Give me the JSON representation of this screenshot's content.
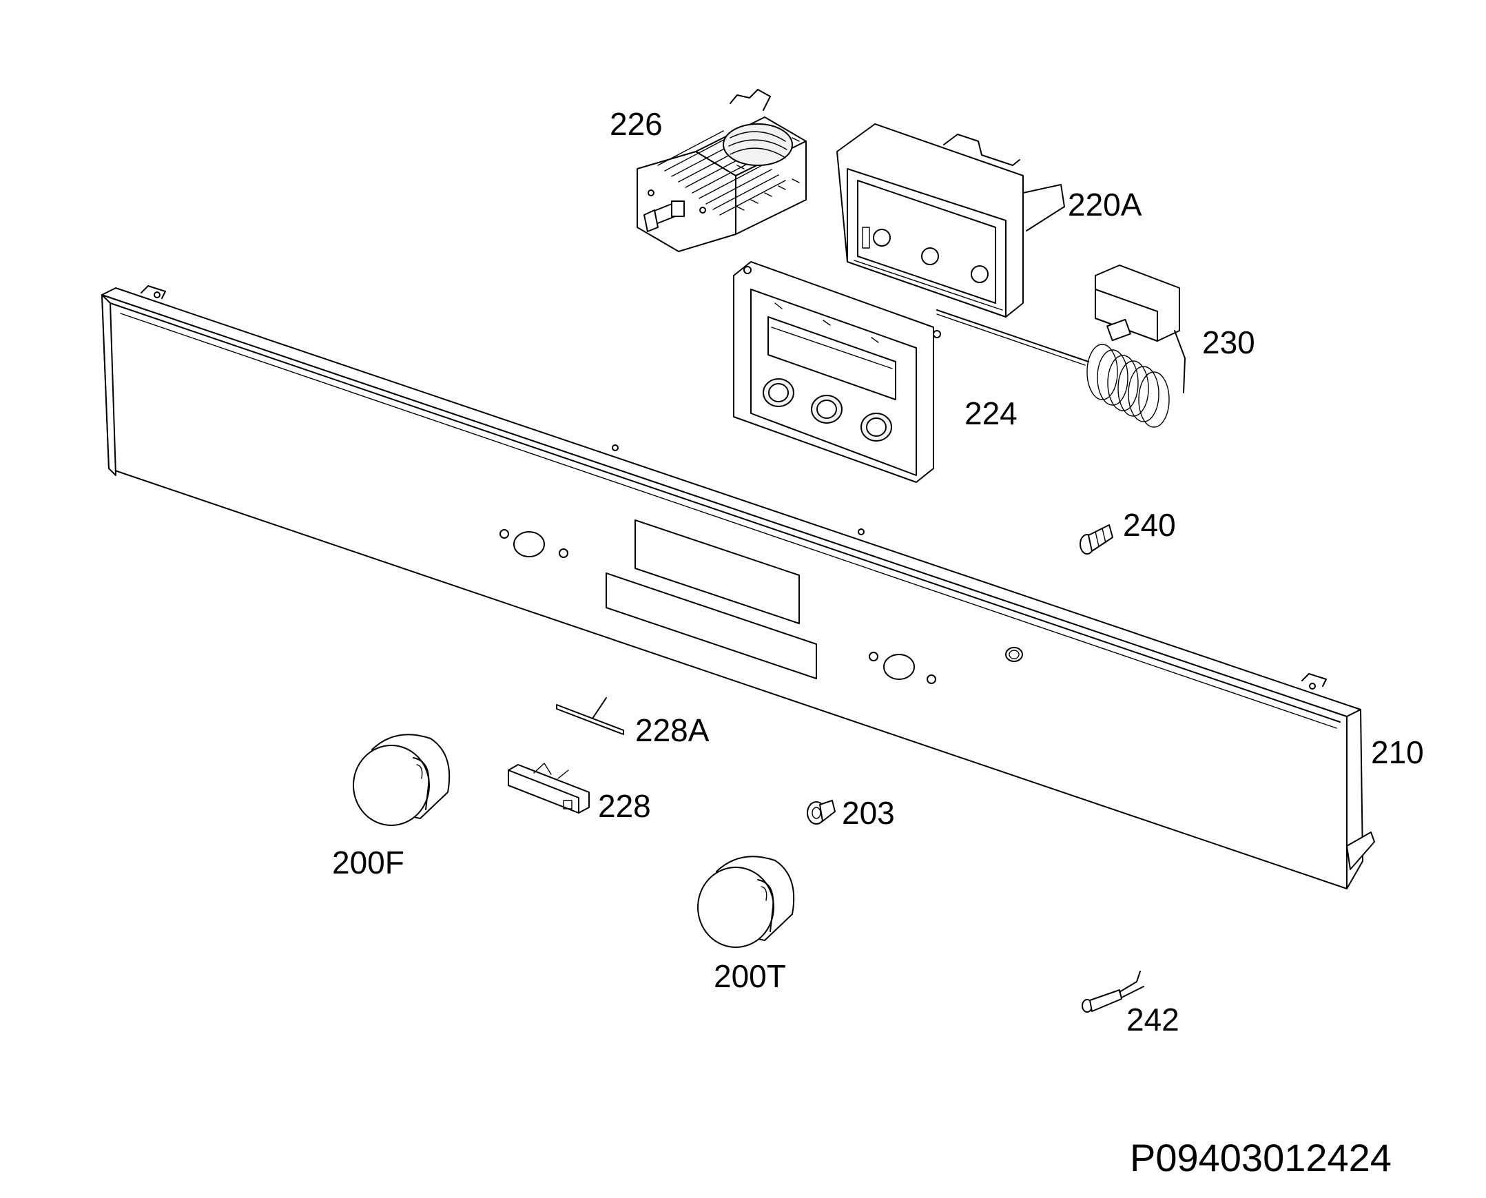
{
  "parts": [
    {
      "id": "226",
      "label": "226",
      "icon": "selector-switch-icon"
    },
    {
      "id": "220A",
      "label": "220A",
      "icon": "display-housing-icon"
    },
    {
      "id": "230",
      "label": "230",
      "icon": "thermostat-icon"
    },
    {
      "id": "224",
      "label": "224",
      "icon": "display-frame-icon"
    },
    {
      "id": "240",
      "label": "240",
      "icon": "lamp-holder-icon"
    },
    {
      "id": "210",
      "label": "210",
      "icon": "control-panel-icon"
    },
    {
      "id": "228A",
      "label": "228A",
      "icon": "spring-clip-icon"
    },
    {
      "id": "228",
      "label": "228",
      "icon": "push-button-icon"
    },
    {
      "id": "203",
      "label": "203",
      "icon": "screw-icon"
    },
    {
      "id": "200F",
      "label": "200F",
      "icon": "function-knob-icon"
    },
    {
      "id": "200T",
      "label": "200T",
      "icon": "thermostat-knob-icon"
    },
    {
      "id": "242",
      "label": "242",
      "icon": "neon-lamp-icon"
    }
  ],
  "document_number": "P09403012424"
}
